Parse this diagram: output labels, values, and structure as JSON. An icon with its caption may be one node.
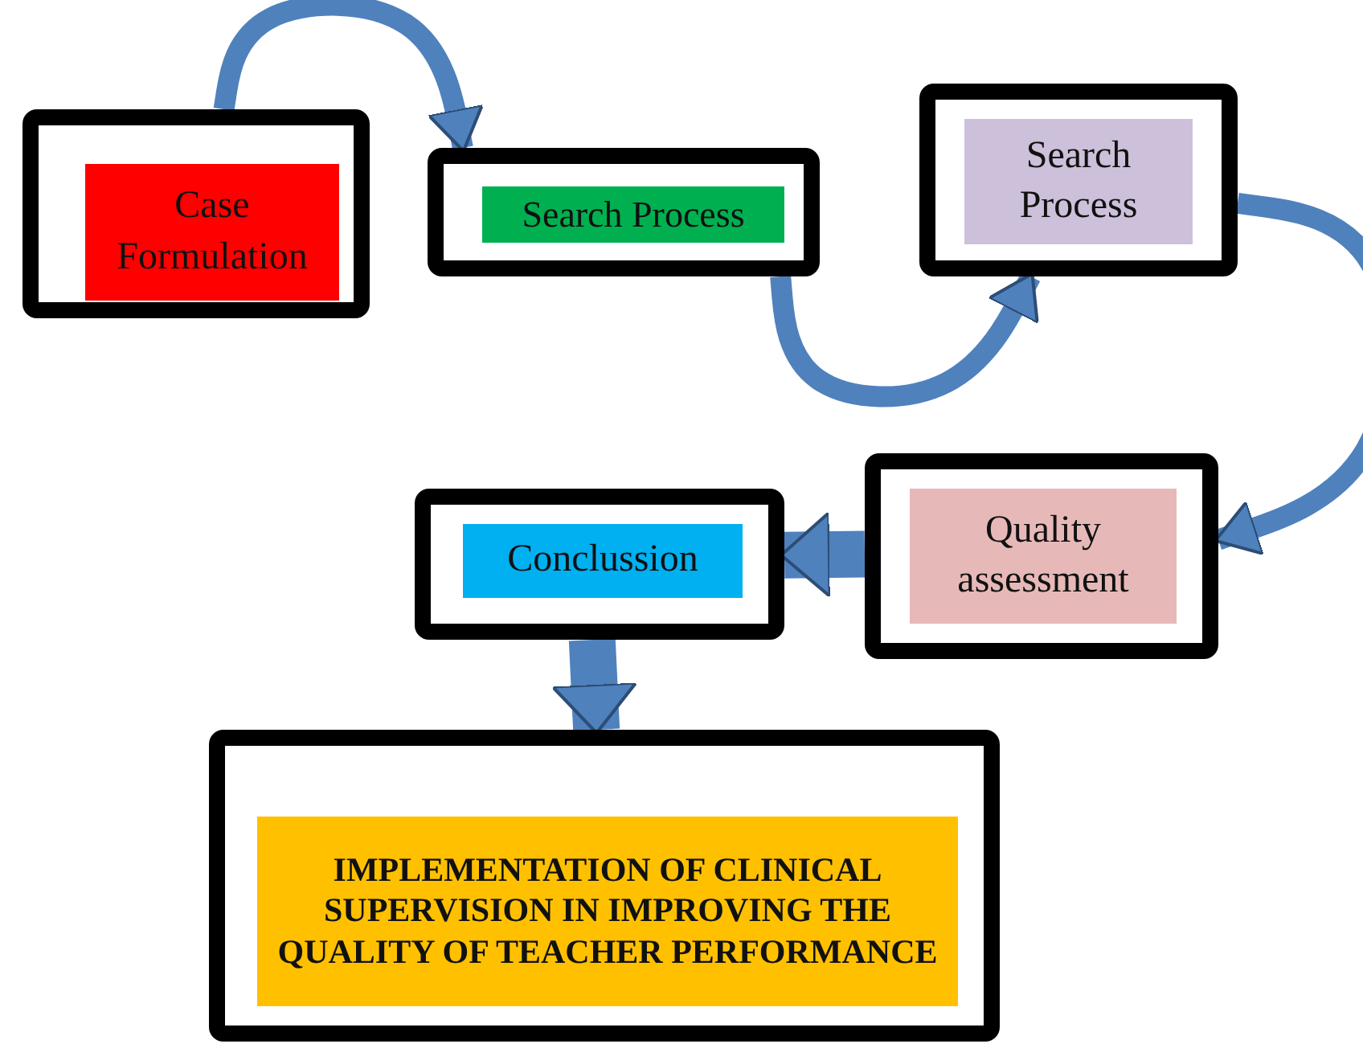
{
  "diagram": {
    "nodes": [
      {
        "text": [
          "Case Formulation"
        ]
      },
      {
        "text": [
          "Search Process"
        ]
      },
      {
        "text": [
          "Search Process"
        ]
      },
      {
        "text": [
          "Quality assessment"
        ]
      },
      {
        "text": [
          "Conclussion"
        ]
      },
      {
        "text": [
          "IMPLEMENTATION OF CLINICAL SUPERVISION IN IMPROVING THE QUALITY OF TEACHER PERFORMANCE"
        ]
      }
    ],
    "edges": [
      {
        "from": 0,
        "to": 1,
        "arrow": "to"
      },
      {
        "from": 1,
        "to": 2,
        "arrow": "to"
      },
      {
        "from": 2,
        "to": 3,
        "arrow": "to"
      },
      {
        "from": 3,
        "to": 4,
        "arrow": "to",
        "style": "thick"
      },
      {
        "from": 4,
        "to": 5,
        "arrow": "to",
        "style": "thick"
      }
    ]
  }
}
